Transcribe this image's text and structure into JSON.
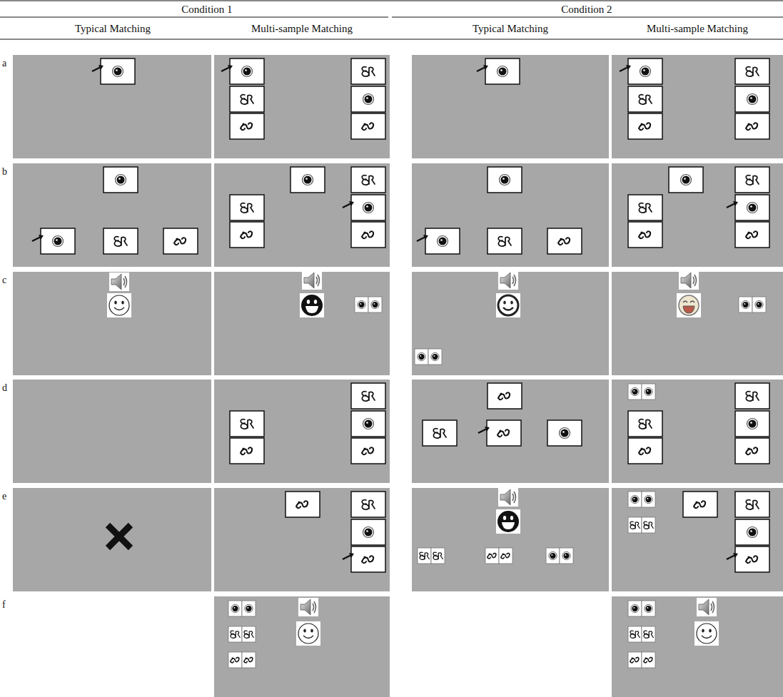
{
  "diagram": {
    "labels": [
      "Condition 1",
      "Condition 2",
      "Typical Matching",
      "Multi-sample Matching",
      "Typical Matching",
      "Multi-sample Matching",
      "a",
      "b",
      "c",
      "d",
      "e",
      "f"
    ]
  }
}
